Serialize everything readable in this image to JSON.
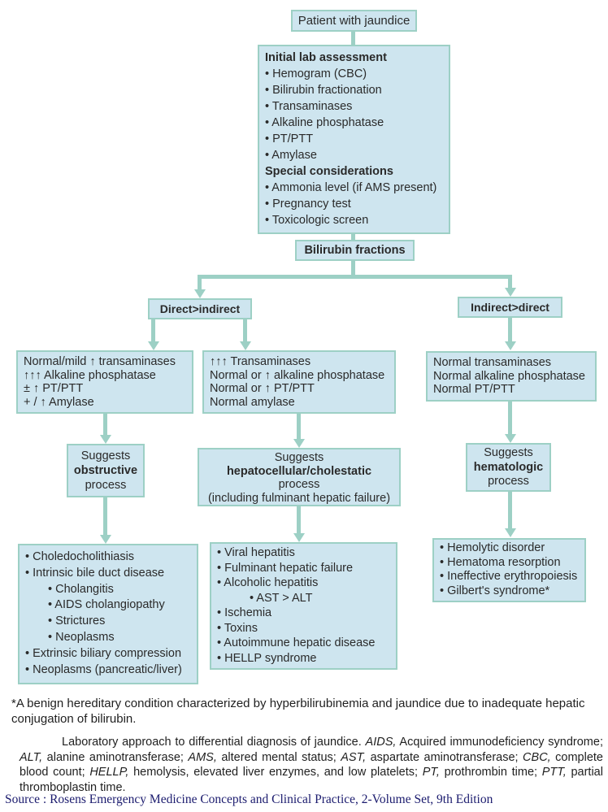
{
  "colors": {
    "box_fill": "#cee5ef",
    "box_border": "#9dd0c5",
    "connector": "#9dd0c5",
    "text": "#2a2a2a",
    "source_text": "#1b1b6e"
  },
  "flowchart": {
    "patient_label": "Patient with jaundice",
    "bilirubin_label": "Bilirubin fractions",
    "initial_lab": {
      "heading": "Initial lab assessment",
      "items": [
        "Hemogram (CBC)",
        "Bilirubin fractionation",
        "Transaminases",
        "Alkaline phosphatase",
        "PT/PTT",
        "Amylase"
      ],
      "special_heading": "Special considerations",
      "special_items": [
        "Ammonia level (if AMS present)",
        "Pregnancy test",
        "Toxicologic screen"
      ]
    },
    "branch_left_label": "Direct>indirect",
    "branch_right_label": "Indirect>direct",
    "findings_left": [
      "Normal/mild ↑ transaminases",
      "↑↑↑ Alkaline phosphatase",
      "± ↑ PT/PTT",
      "+ / ↑ Amylase"
    ],
    "findings_middle": [
      "↑↑↑ Transaminases",
      "Normal or ↑ alkaline phosphatase",
      "Normal or ↑ PT/PTT",
      "Normal amylase"
    ],
    "findings_right": [
      "Normal transaminases",
      "Normal alkaline phosphatase",
      "Normal PT/PTT"
    ],
    "suggests_left": {
      "line1": "Suggests",
      "line2": "obstructive",
      "line3": "process"
    },
    "suggests_middle": {
      "line1": "Suggests",
      "line2": "hepatocellular/cholestatic",
      "line3": "process",
      "line4": "(including fulminant hepatic failure)"
    },
    "suggests_right": {
      "line1": "Suggests",
      "line2": "hematologic",
      "line3": "process"
    },
    "diagnoses_left": [
      {
        "text": "Choledocholithiasis",
        "indent": 0
      },
      {
        "text": "Intrinsic bile duct disease",
        "indent": 0
      },
      {
        "text": "Cholangitis",
        "indent": 1
      },
      {
        "text": "AIDS cholangiopathy",
        "indent": 1
      },
      {
        "text": "Strictures",
        "indent": 1
      },
      {
        "text": "Neoplasms",
        "indent": 1
      },
      {
        "text": "Extrinsic biliary compression",
        "indent": 0
      },
      {
        "text": "Neoplasms (pancreatic/liver)",
        "indent": 0
      }
    ],
    "diagnoses_middle": [
      {
        "text": "Viral hepatitis",
        "indent": 0
      },
      {
        "text": "Fulminant hepatic failure",
        "indent": 0
      },
      {
        "text": "Alcoholic hepatitis",
        "indent": 0
      },
      {
        "text": "AST > ALT",
        "indent": 2
      },
      {
        "text": "Ischemia",
        "indent": 0
      },
      {
        "text": "Toxins",
        "indent": 0
      },
      {
        "text": "Autoimmune hepatic disease",
        "indent": 0
      },
      {
        "text": "HELLP syndrome",
        "indent": 0
      }
    ],
    "diagnoses_right": [
      {
        "text": "Hemolytic disorder",
        "indent": 0
      },
      {
        "text": "Hematoma resorption",
        "indent": 0
      },
      {
        "text": "Ineffective erythropoiesis",
        "indent": 0
      },
      {
        "text": "Gilbert's syndrome*",
        "indent": 0
      }
    ]
  },
  "footnote": "*A benign hereditary condition characterized by hyperbilirubinemia and jaundice due to inadequate hepatic conjugation of bilirubin.",
  "caption": {
    "segments": [
      {
        "text": "Laboratory approach to differential diagnosis of jaundice. ",
        "italic": false
      },
      {
        "text": "AIDS,",
        "italic": true
      },
      {
        "text": " Acquired immunodeficiency syndrome; ",
        "italic": false
      },
      {
        "text": "ALT,",
        "italic": true
      },
      {
        "text": " alanine aminotransferase; ",
        "italic": false
      },
      {
        "text": "AMS,",
        "italic": true
      },
      {
        "text": " altered mental status; ",
        "italic": false
      },
      {
        "text": "AST,",
        "italic": true
      },
      {
        "text": " aspartate aminotransferase; ",
        "italic": false
      },
      {
        "text": "CBC,",
        "italic": true
      },
      {
        "text": " complete blood count; ",
        "italic": false
      },
      {
        "text": "HELLP,",
        "italic": true
      },
      {
        "text": " hemolysis, elevated liver enzymes, and low platelets; ",
        "italic": false
      },
      {
        "text": "PT,",
        "italic": true
      },
      {
        "text": " prothrombin time; ",
        "italic": false
      },
      {
        "text": "PTT,",
        "italic": true
      },
      {
        "text": " partial thromboplastin time.",
        "italic": false
      }
    ]
  },
  "source_line": "Source : Rosens Emergency Medicine Concepts and Clinical Practice, 2-Volume Set, 9th Edition"
}
